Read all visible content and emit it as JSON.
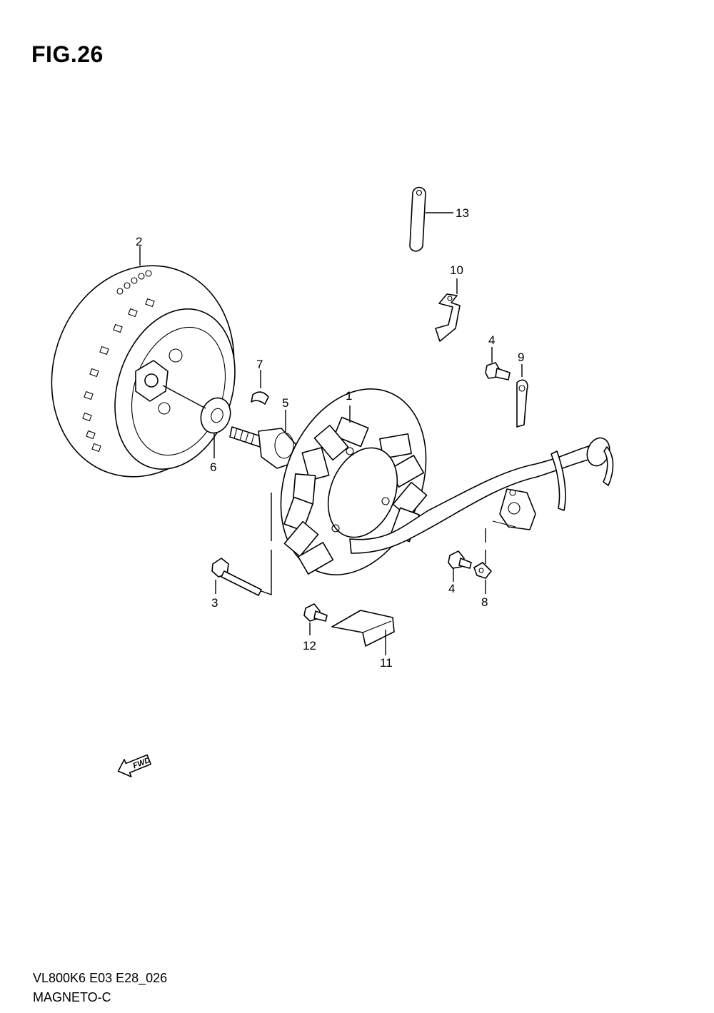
{
  "figure": {
    "title": "FIG.26",
    "code": "VL800K6 E03 E28_026",
    "name": "MAGNETO-C",
    "fwd_label": "FWD"
  },
  "callouts": [
    {
      "id": "1",
      "part": "stator"
    },
    {
      "id": "2",
      "part": "rotor"
    },
    {
      "id": "3",
      "part": "stator-bolt"
    },
    {
      "id": "4",
      "part": "screw-upper"
    },
    {
      "id": "4",
      "part": "screw-lower"
    },
    {
      "id": "5",
      "part": "rotor-bolt"
    },
    {
      "id": "6",
      "part": "washer"
    },
    {
      "id": "7",
      "part": "key"
    },
    {
      "id": "8",
      "part": "clamp-lower"
    },
    {
      "id": "9",
      "part": "clamp-plate"
    },
    {
      "id": "10",
      "part": "clamp-bracket"
    },
    {
      "id": "11",
      "part": "plate"
    },
    {
      "id": "12",
      "part": "screw-plate"
    },
    {
      "id": "13",
      "part": "clamp-upper"
    }
  ]
}
